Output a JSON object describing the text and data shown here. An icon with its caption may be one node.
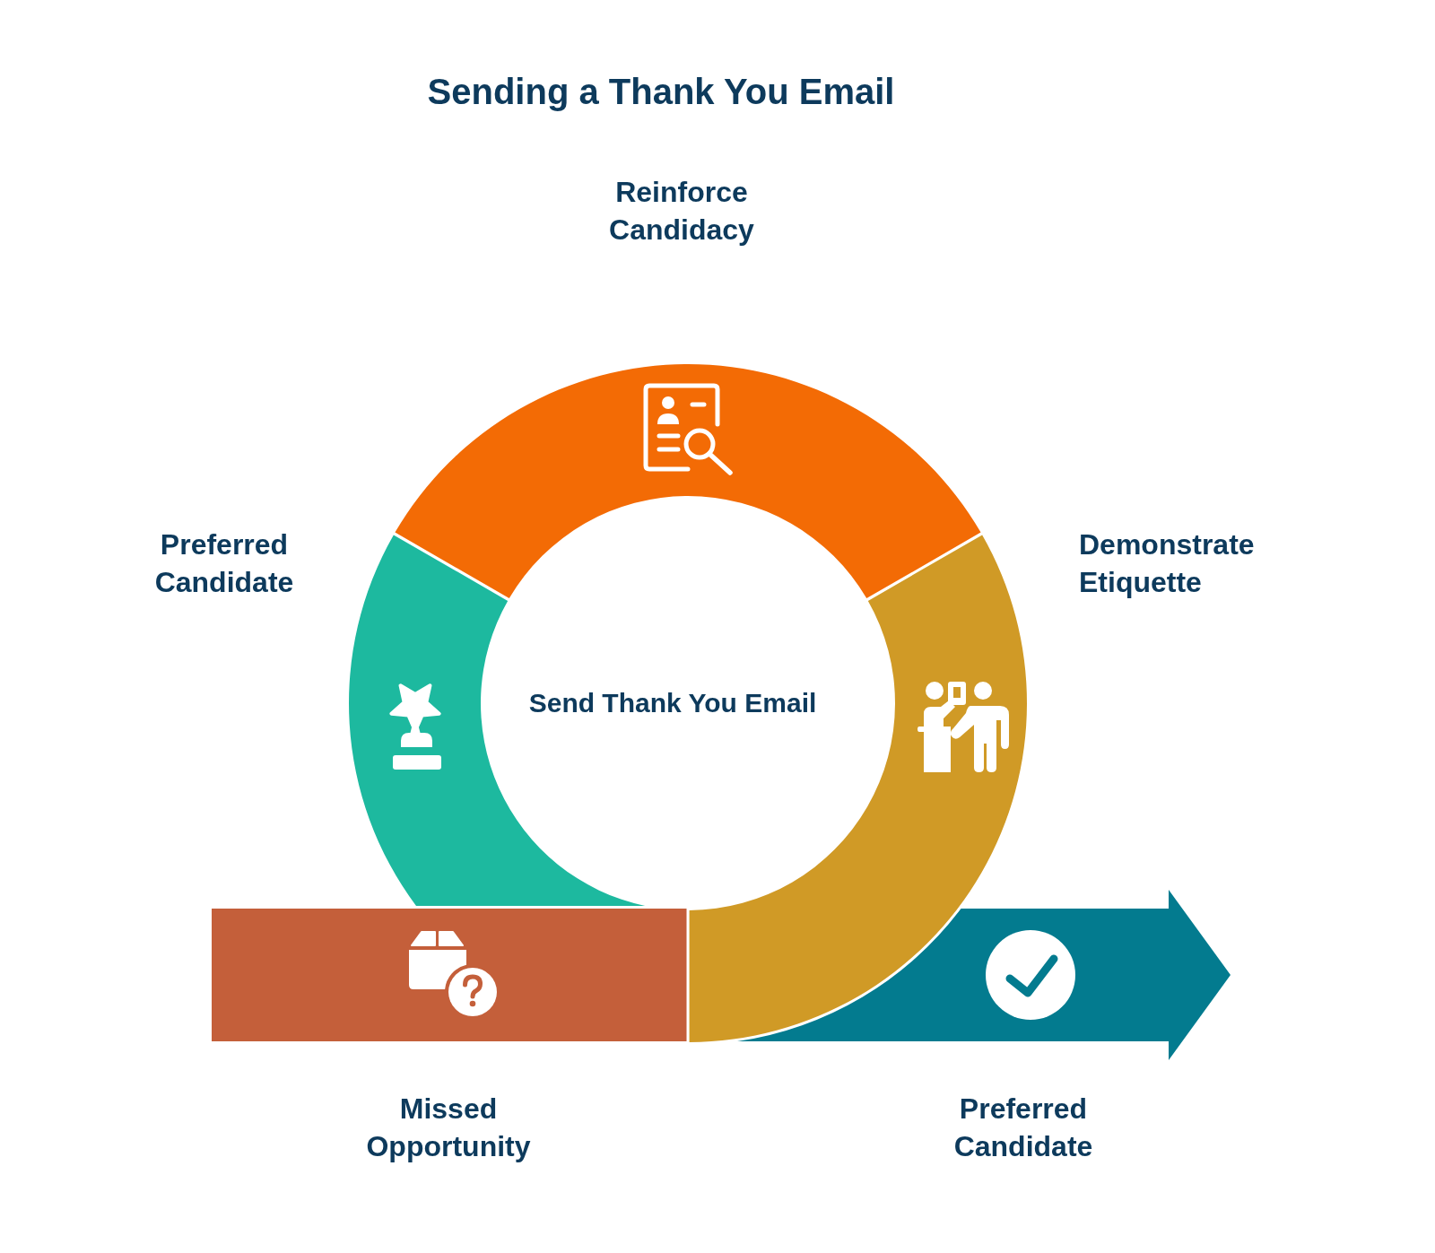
{
  "diagram": {
    "title": "Sending a Thank You Email",
    "nodes": [
      {
        "text": [
          "Reinforce Candidacy"
        ]
      },
      {
        "text": [
          "Preferred Candidate"
        ]
      },
      {
        "text": [
          "Demonstrate Etiquette"
        ]
      },
      {
        "text": [
          "Send Thank You Email"
        ]
      },
      {
        "text": [
          "Missed Opportunity"
        ]
      },
      {
        "text": [
          "Preferred Candidate"
        ]
      }
    ]
  }
}
